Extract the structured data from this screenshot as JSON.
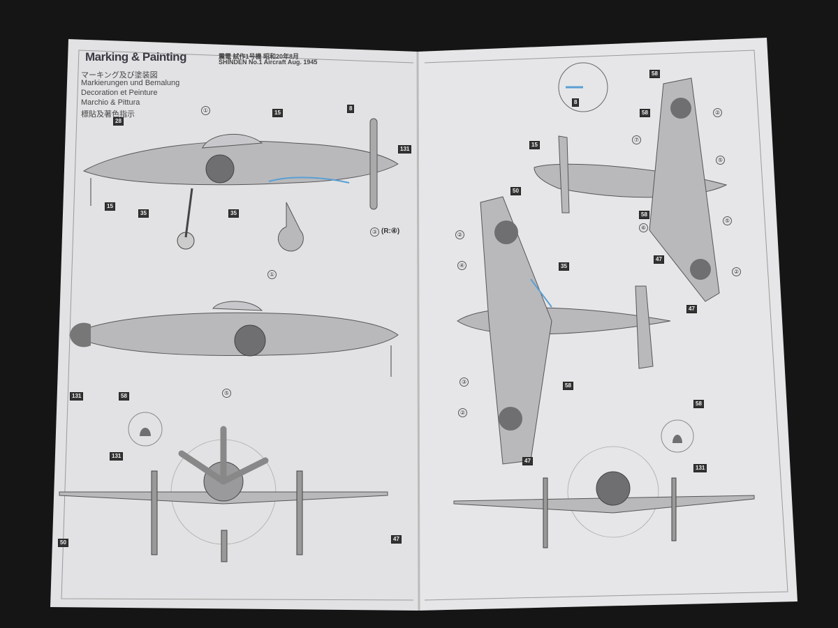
{
  "header": {
    "title": "Marking & Painting",
    "subtitles": [
      "マーキング及び塗装図",
      "Markierungen und Bemalung",
      "Decoration et Peinture",
      "Marchio & Pittura",
      "標貼及著色指示"
    ],
    "aircraft_jp": "震電 試作1号機 昭和20年8月",
    "aircraft_en": "SHINDEN No.1 Aircraft Aug. 1945"
  },
  "left_callouts": [
    "28",
    "①",
    "15",
    "8",
    "131",
    "15",
    "35",
    "35",
    "③",
    "(R:④)",
    "①",
    "131",
    "⑤",
    "58",
    "131",
    "50",
    "47"
  ],
  "right_callouts": [
    "8",
    "58",
    "58",
    "②",
    "⑦",
    "15",
    "⑤",
    "58",
    "⑥",
    "⑤",
    "47",
    "②",
    "47",
    "50",
    "②",
    "④",
    "35",
    "③",
    "58",
    "②",
    "47",
    "58",
    "131"
  ],
  "colors": {
    "background": "#151515",
    "paper": "#e4e4e6",
    "aircraft": "#b9b9bc",
    "hinomaru": "#6f6f72",
    "accent": "#5a9fd4"
  }
}
